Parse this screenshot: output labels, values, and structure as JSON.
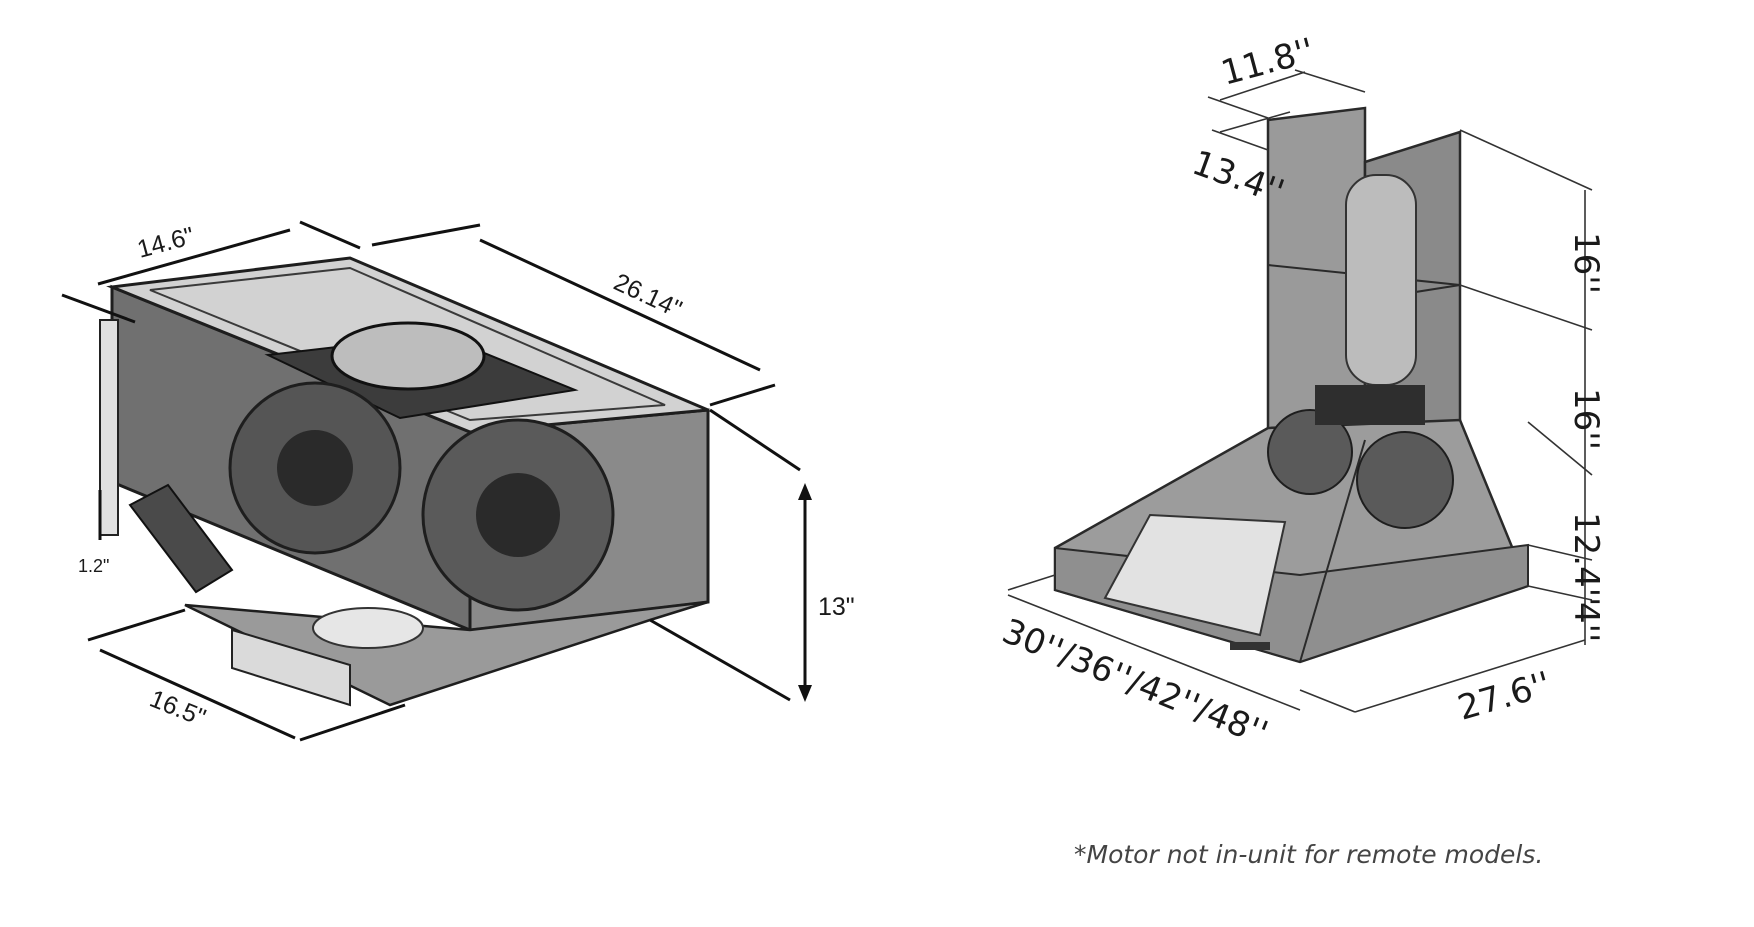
{
  "left_unit": {
    "dimensions": {
      "depth_top": "14.6\"",
      "width": "26.14\"",
      "bracket": "1.2\"",
      "depth_bottom": "16.5\"",
      "height": "13\""
    }
  },
  "right_hood": {
    "dimensions": {
      "chimney_width": "11.8''",
      "chimney_depth": "13.4''",
      "upper_chimney": "16''",
      "lower_chimney": "16''",
      "canopy_height": "12.4''",
      "front_lip": "4''",
      "hood_widths": "30''/36''/42''/48''",
      "hood_depth": "27.6''"
    }
  },
  "footnote": "*Motor not in-unit for remote models.",
  "colors": {
    "body": "#6e6e6e",
    "line": "#1e1e1e",
    "text": "#1a1a1a",
    "footnote": "#444444"
  }
}
